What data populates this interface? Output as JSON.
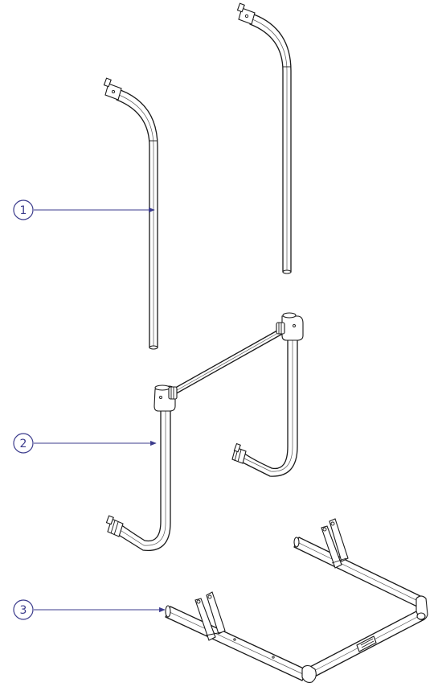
{
  "callouts": [
    {
      "label": "1"
    },
    {
      "label": "2"
    },
    {
      "label": "3"
    }
  ],
  "colors": {
    "line": "#1a1a1a",
    "callout": "#3b3b8c",
    "background": "#ffffff"
  }
}
